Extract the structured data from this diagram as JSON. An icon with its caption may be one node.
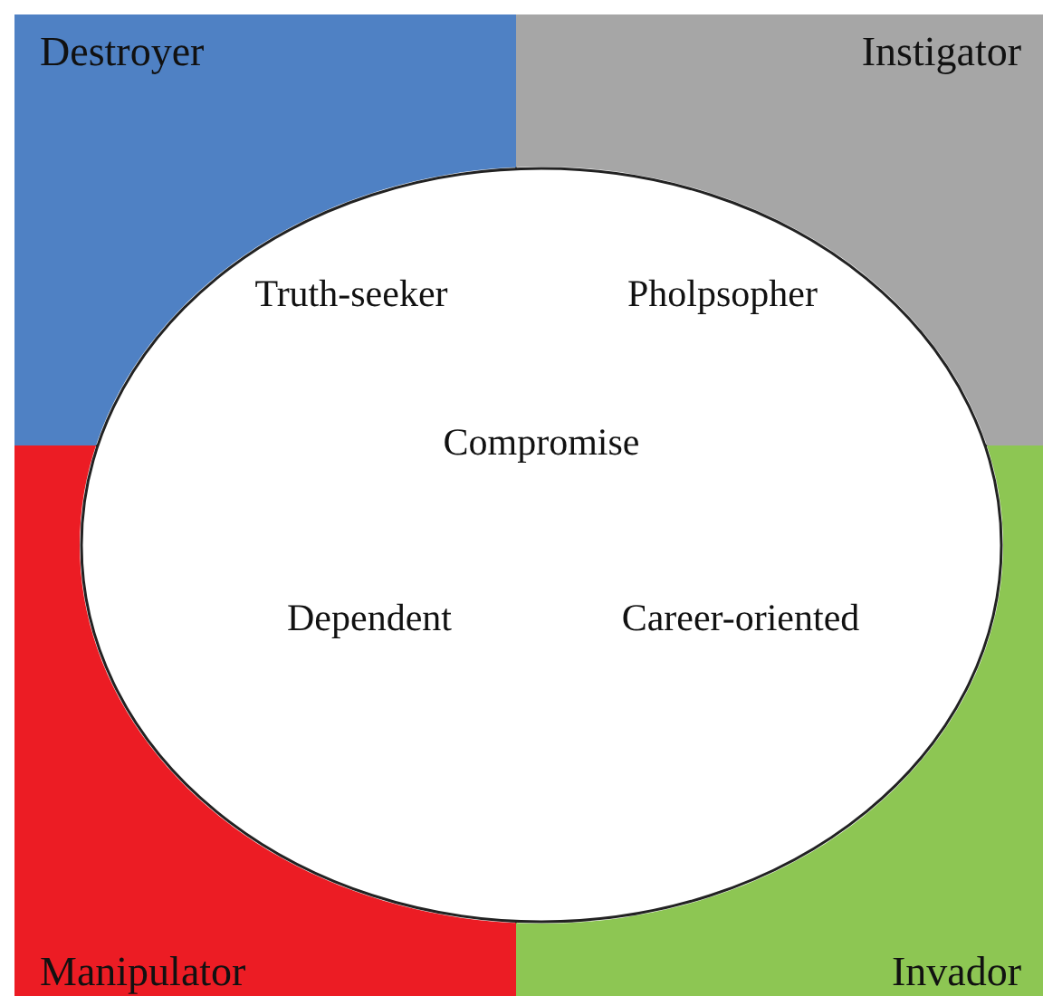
{
  "diagram": {
    "nodes": [
      {
        "text": [
          "Destroyer"
        ]
      },
      {
        "text": [
          "Instigator"
        ]
      },
      {
        "text": [
          "Manipulator"
        ]
      },
      {
        "text": [
          "Invador"
        ]
      },
      {
        "text": [
          "Truth-seeker",
          "Pholpsopher",
          "Compromise",
          "Dependent",
          "Career-oriented"
        ]
      }
    ],
    "edges": []
  }
}
